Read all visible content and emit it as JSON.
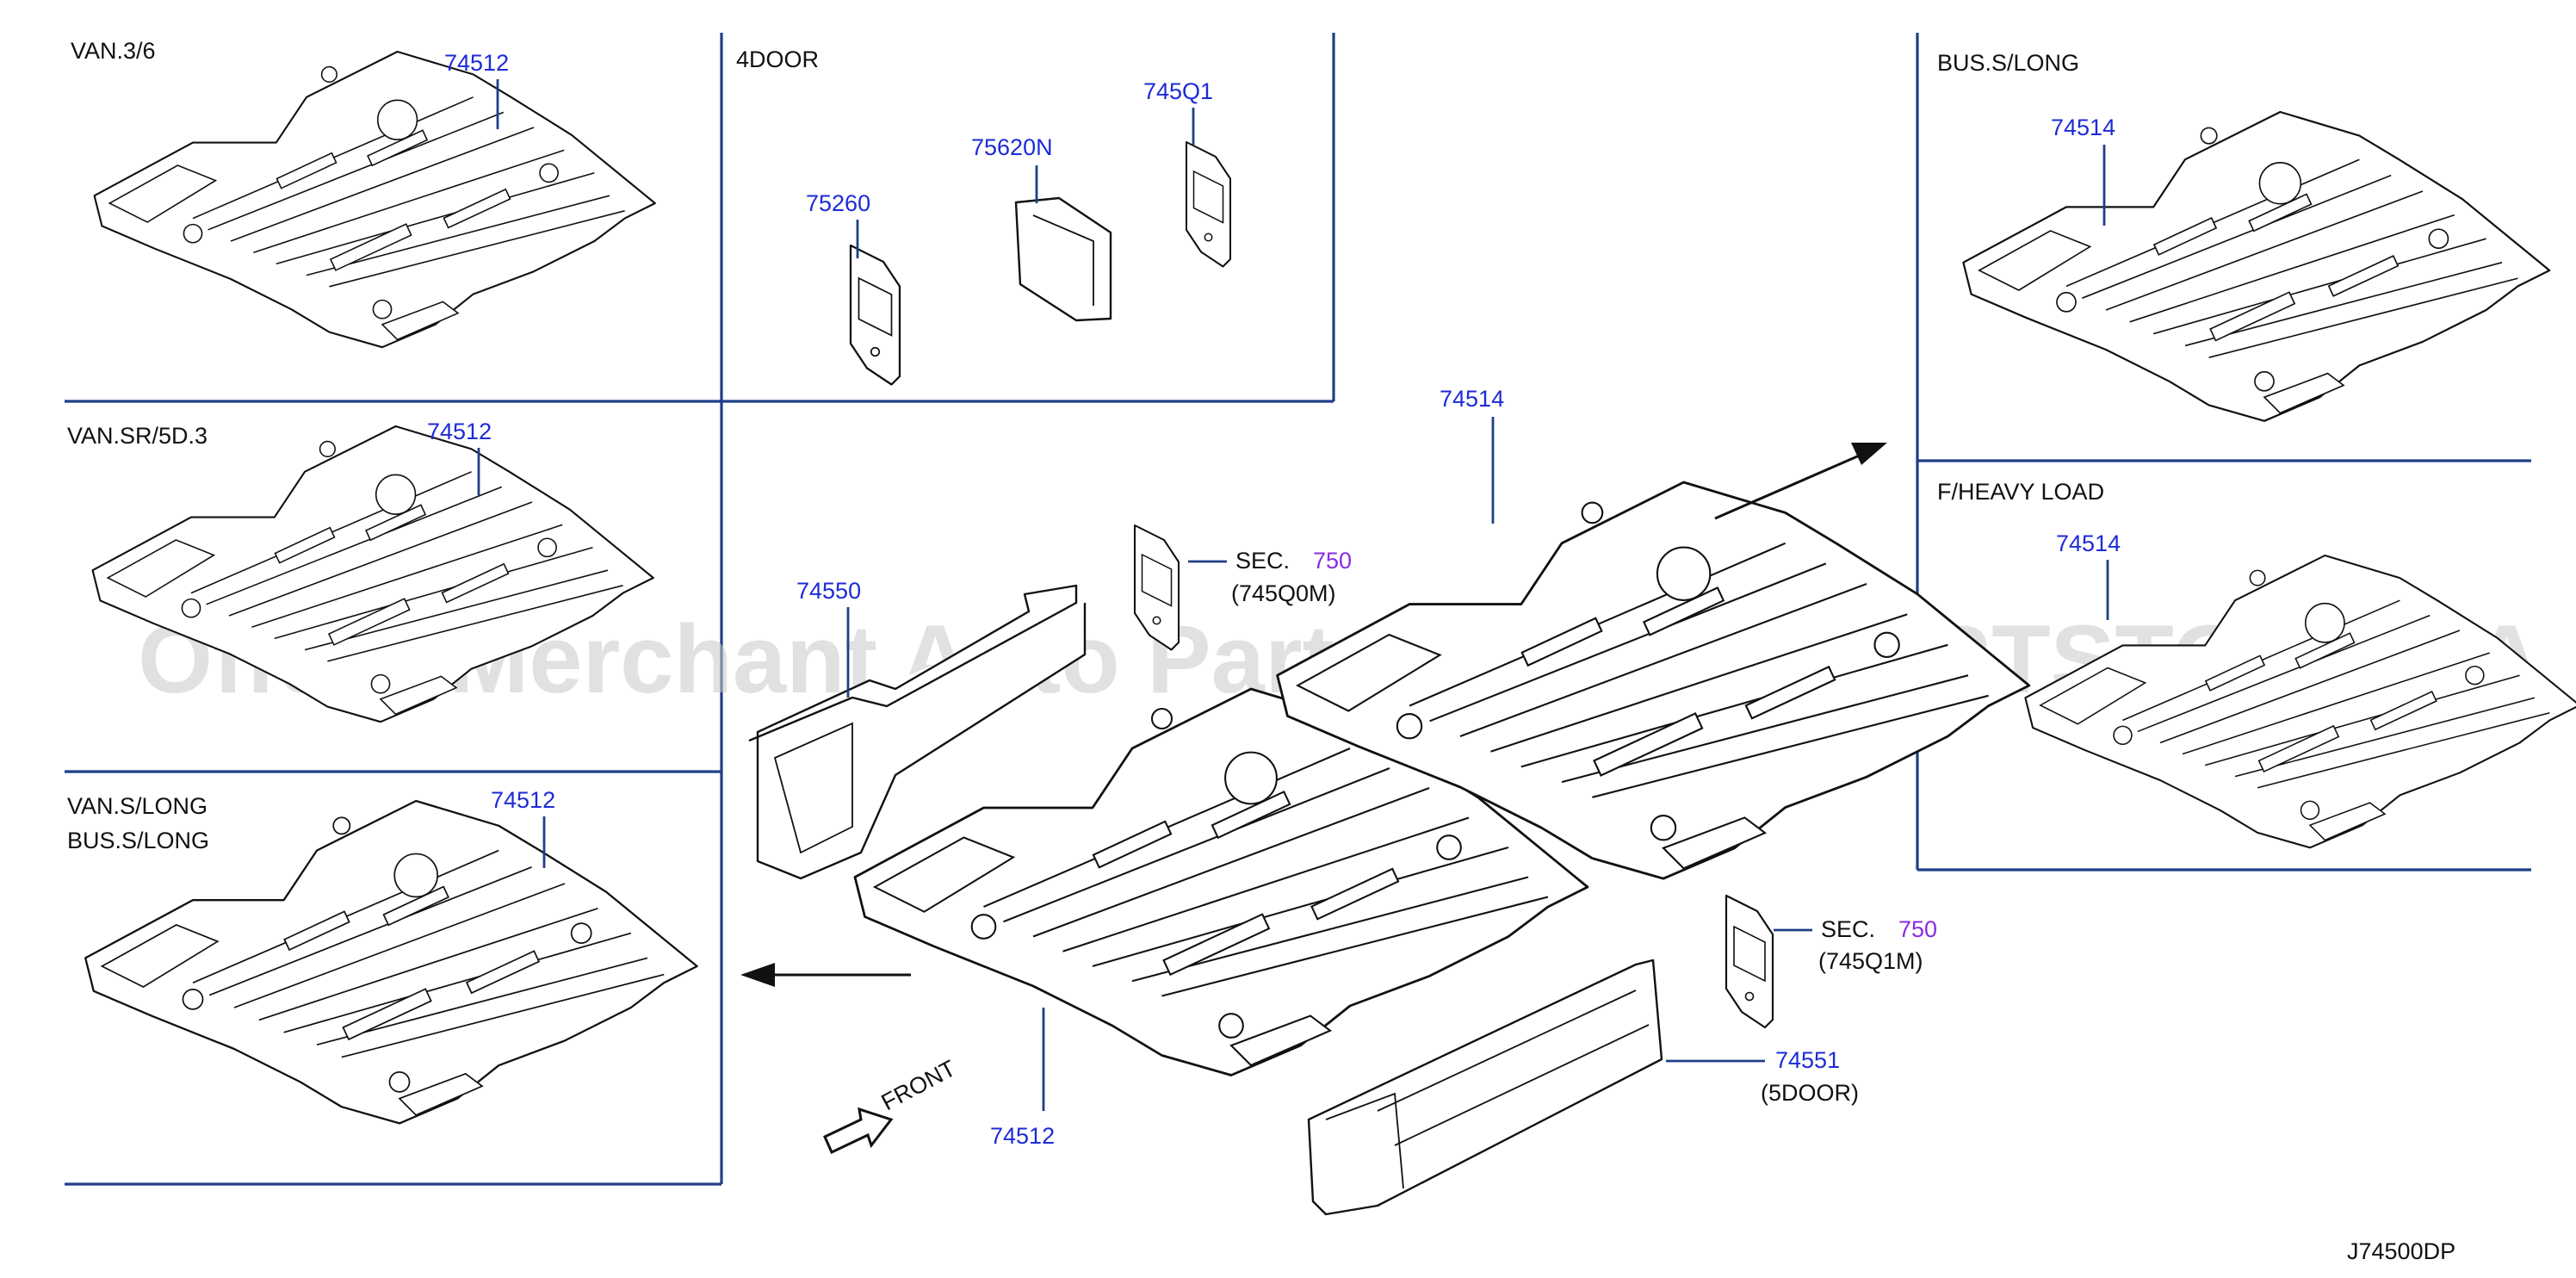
{
  "panels": {
    "van_3_6": "VAN.3/6",
    "four_door": "4DOOR",
    "bus_s_long": "BUS.S/LONG",
    "van_sr_5d3": "VAN.SR/5D.3",
    "f_heavy_load": "F/HEAVY   LOAD",
    "van_s_long": "VAN.S/LONG",
    "bus_s_long_2": "BUS.S/LONG"
  },
  "part_numbers": {
    "p74512_a": "74512",
    "p74512_b": "74512",
    "p74512_c": "74512",
    "p74512_main": "74512",
    "p75260": "75260",
    "p75620N": "75620N",
    "p745Q1": "745Q1",
    "p74514_a": "74514",
    "p74514_b": "74514",
    "p74514_main": "74514",
    "p74550": "74550",
    "p74551": "74551"
  },
  "notes": {
    "sec_text_1": "SEC.",
    "sec_num_1": "750",
    "sec_ref_1": "(745Q0M)",
    "sec_text_2": "SEC.",
    "sec_num_2": "750",
    "sec_ref_2": "(745Q1M)",
    "five_door": "(5DOOR)",
    "front": "FRONT"
  },
  "diagram_code": "J74500DP",
  "watermark": "Offers Merchant Auto Parts Catalog PARTSTORE.SA",
  "colors": {
    "part_number": "#1d2bd6",
    "section_number": "#8a2be2",
    "frame": "#1f3f86",
    "text": "#111111"
  }
}
